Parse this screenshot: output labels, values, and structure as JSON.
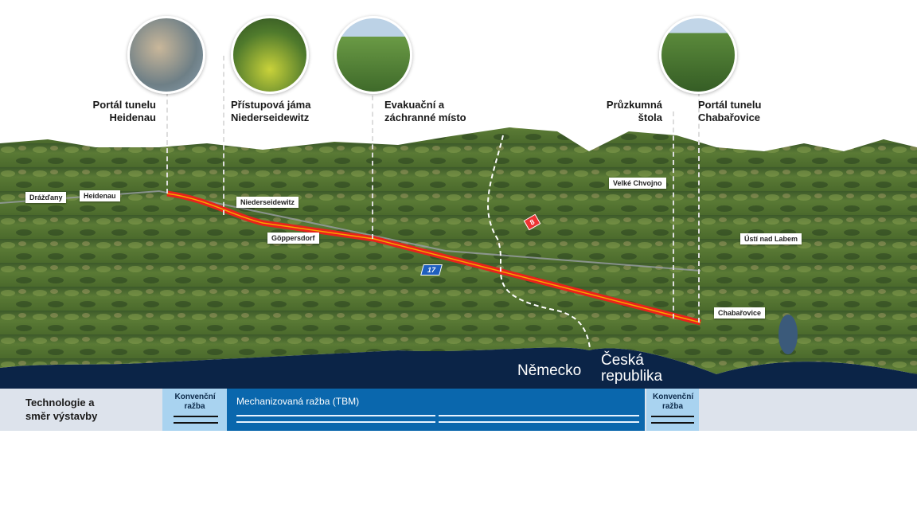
{
  "points": [
    {
      "id": "heidenau-portal",
      "caption_lines": [
        "Portál tunelu",
        "Heidenau"
      ]
    },
    {
      "id": "niederseidewitz-shaft",
      "caption_lines": [
        "Přístupová jáma",
        "Niederseidewitz"
      ]
    },
    {
      "id": "evacuation",
      "caption_lines": [
        "Evakuační a",
        "záchranné místo"
      ]
    },
    {
      "id": "survey-gallery",
      "caption_lines": [
        "Průzkumná",
        "štola"
      ]
    },
    {
      "id": "chabarovice-portal",
      "caption_lines": [
        "Portál tunelu",
        "Chabařovice"
      ]
    }
  ],
  "places": [
    "Drážďany",
    "Heidenau",
    "Niederseidewitz",
    "Göppersdorf",
    "Velké Chvojno",
    "Ústí nad Labem",
    "Chabařovice"
  ],
  "road_signs": [
    "17",
    "8"
  ],
  "countries": {
    "germany": "Německo",
    "czech": "Česká republika"
  },
  "legend": {
    "title": "Technologie a směr výstavby",
    "conventional_left": "Konvenční ražba",
    "tbm": "Mechanizovaná ražba (TBM)",
    "conventional_right": "Konvenční ražba"
  },
  "colors": {
    "tunnel": "#e8231b",
    "navy": "#0b2447",
    "tbm": "#0a67ad",
    "conv": "#a9d3f0",
    "band": "#dde3ec"
  }
}
